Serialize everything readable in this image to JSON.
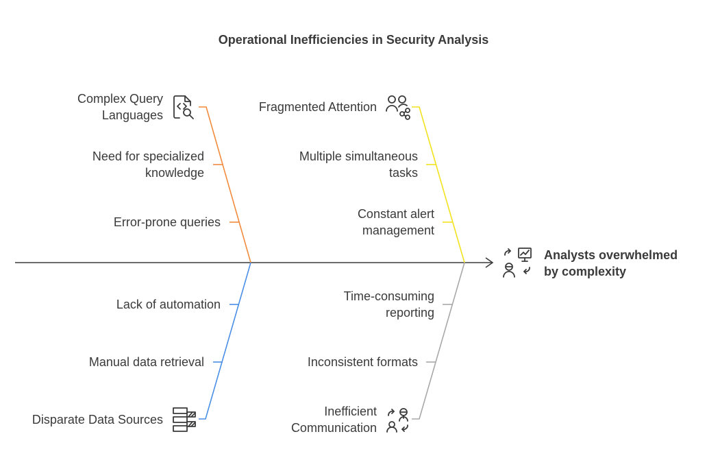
{
  "title": "Operational Inefficiencies in Security Analysis",
  "effect": {
    "line1": "Analysts overwhelmed",
    "line2": "by complexity",
    "icon": "analyst-presentation-icon"
  },
  "branches": {
    "query": {
      "color": "#f28a3c",
      "title_line1": "Complex Query",
      "title_line2": "Languages",
      "icon": "code-search-icon",
      "causes": [
        {
          "line1": "Need for specialized",
          "line2": "knowledge"
        },
        {
          "line1": "Error-prone queries"
        }
      ]
    },
    "attention": {
      "color": "#f2e21e",
      "title_line1": "Fragmented Attention",
      "icon": "users-share-icon",
      "causes": [
        {
          "line1": "Multiple simultaneous",
          "line2": "tasks"
        },
        {
          "line1": "Constant alert",
          "line2": "management"
        }
      ]
    },
    "data": {
      "color": "#4a8ee6",
      "title_line1": "Disparate Data Sources",
      "icon": "database-layers-icon",
      "causes": [
        {
          "line1": "Lack of automation"
        },
        {
          "line1": "Manual data retrieval"
        }
      ]
    },
    "communication": {
      "color": "#a8a8a8",
      "title_line1": "Inefficient",
      "title_line2": "Communication",
      "icon": "people-exchange-icon",
      "causes": [
        {
          "line1": "Time-consuming",
          "line2": "reporting"
        },
        {
          "line1": "Inconsistent formats"
        }
      ]
    }
  },
  "spine_color": "#3a3a3a",
  "text_color": "#3a3a3a"
}
